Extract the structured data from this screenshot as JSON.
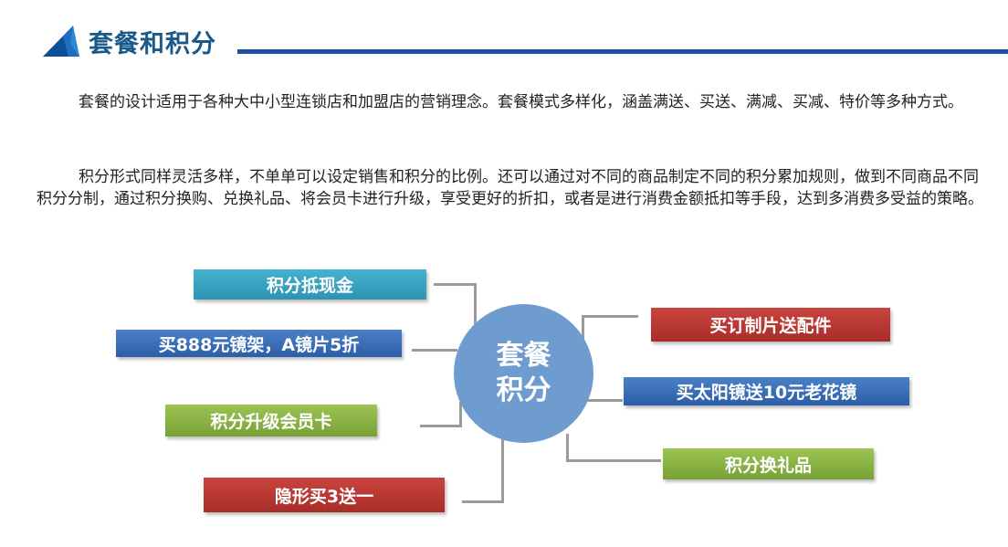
{
  "header": {
    "title": "套餐和积分"
  },
  "paragraphs": [
    "套餐的设计适用于各种大中小型连锁店和加盟店的营销理念。套餐模式多样化，涵盖满送、买送、满减、买减、特价等多种方式。",
    "积分形式同样灵活多样，不单单可以设定销售和积分的比例。还可以通过对不同的商品制定不同的积分累加规则，做到不同商品不同积分分制，通过积分换购、兑换礼品、将会员卡进行升级，享受更好的折扣，或者是进行消费金额抵扣等手段，达到多消费多受益的策略。"
  ],
  "diagram": {
    "hub": [
      "套餐",
      "积分"
    ],
    "left": [
      "积分抵现金",
      "买888元镜架，A镜片5折",
      "积分升级会员卡",
      "隐形买3送一"
    ],
    "right": [
      "买订制片送配件",
      "买太阳镜送10元老花镜",
      "积分换礼品"
    ]
  }
}
